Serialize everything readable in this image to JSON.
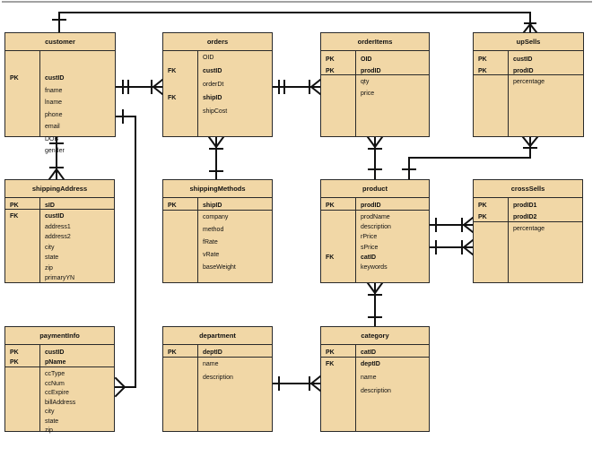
{
  "entities": {
    "customer": {
      "name": "customer",
      "keys": [
        "PK",
        "",
        "",
        "",
        "",
        "",
        ""
      ],
      "attrs": [
        "custID",
        "fname",
        "lname",
        "phone",
        "email",
        "DOB",
        "gender"
      ]
    },
    "orders": {
      "name": "orders",
      "keys": [
        "",
        "FK",
        "",
        "FK",
        ""
      ],
      "attrs": [
        "OID",
        "custID",
        "orderDt",
        "shipID",
        "shipCost"
      ]
    },
    "orderItems": {
      "name": "orderItems",
      "keys": [
        "PK",
        "PK",
        "",
        ""
      ],
      "attrs": [
        "OID",
        "prodID",
        "qty",
        "price"
      ]
    },
    "upSells": {
      "name": "upSells",
      "keys": [
        "PK",
        "PK",
        ""
      ],
      "attrs": [
        "custID",
        "prodID",
        "percentage"
      ]
    },
    "shippingAddress": {
      "name": "shippingAddress",
      "keys": [
        "PK",
        "FK",
        "",
        "",
        "",
        "",
        "",
        ""
      ],
      "attrs": [
        "sID",
        "custID",
        "address1",
        "address2",
        "city",
        "state",
        "zip",
        "primaryYN"
      ]
    },
    "shippingMethods": {
      "name": "shippingMethods",
      "keys": [
        "PK",
        "",
        "",
        "",
        "",
        ""
      ],
      "attrs": [
        "shipID",
        "company",
        "method",
        "fRate",
        "vRate",
        "baseWeight"
      ]
    },
    "product": {
      "name": "product",
      "keys": [
        "PK",
        "",
        "",
        "",
        "",
        "FK",
        ""
      ],
      "attrs": [
        "prodID",
        "prodName",
        "description",
        "rPrice",
        "sPrice",
        "catID",
        "keywords"
      ]
    },
    "crossSells": {
      "name": "crossSells",
      "keys": [
        "PK",
        "PK",
        ""
      ],
      "attrs": [
        "prodID1",
        "prodID2",
        "percentage"
      ]
    },
    "paymentInfo": {
      "name": "paymentInfo",
      "keys": [
        "PK",
        "PK",
        "",
        "",
        "",
        "",
        "",
        "",
        ""
      ],
      "attrs": [
        "custID",
        "pName",
        "ccType",
        "ccNum",
        "ccExpire",
        "billAddress",
        "city",
        "state",
        "zip"
      ]
    },
    "department": {
      "name": "department",
      "keys": [
        "PK",
        "",
        ""
      ],
      "attrs": [
        "deptID",
        "name",
        "description"
      ]
    },
    "category": {
      "name": "category",
      "keys": [
        "PK",
        "FK",
        "",
        ""
      ],
      "attrs": [
        "catID",
        "deptID",
        "name",
        "description"
      ]
    }
  },
  "relationships": [
    {
      "from": "customer",
      "to": "upSells",
      "from_end": "one",
      "to_end": "many"
    },
    {
      "from": "customer",
      "to": "orders",
      "from_end": "one",
      "to_end": "many"
    },
    {
      "from": "orders",
      "to": "orderItems",
      "from_end": "one",
      "to_end": "many"
    },
    {
      "from": "customer",
      "to": "shippingAddress",
      "from_end": "one",
      "to_end": "many"
    },
    {
      "from": "shippingMethods",
      "to": "orders",
      "from_end": "one",
      "to_end": "many"
    },
    {
      "from": "product",
      "to": "orderItems",
      "from_end": "one",
      "to_end": "many"
    },
    {
      "from": "product",
      "to": "upSells",
      "from_end": "one",
      "to_end": "many"
    },
    {
      "from": "product",
      "to": "crossSells",
      "from_end": "one",
      "to_end": "many"
    },
    {
      "from": "product",
      "to": "crossSells",
      "from_end": "one",
      "to_end": "many"
    },
    {
      "from": "category",
      "to": "product",
      "from_end": "one",
      "to_end": "many"
    },
    {
      "from": "department",
      "to": "category",
      "from_end": "one",
      "to_end": "many"
    },
    {
      "from": "paymentInfo",
      "to": "customer",
      "from_end": "many",
      "to_end": "one"
    }
  ],
  "colors": {
    "fill": "#f1d7a6",
    "line": "#2a2a2a"
  }
}
